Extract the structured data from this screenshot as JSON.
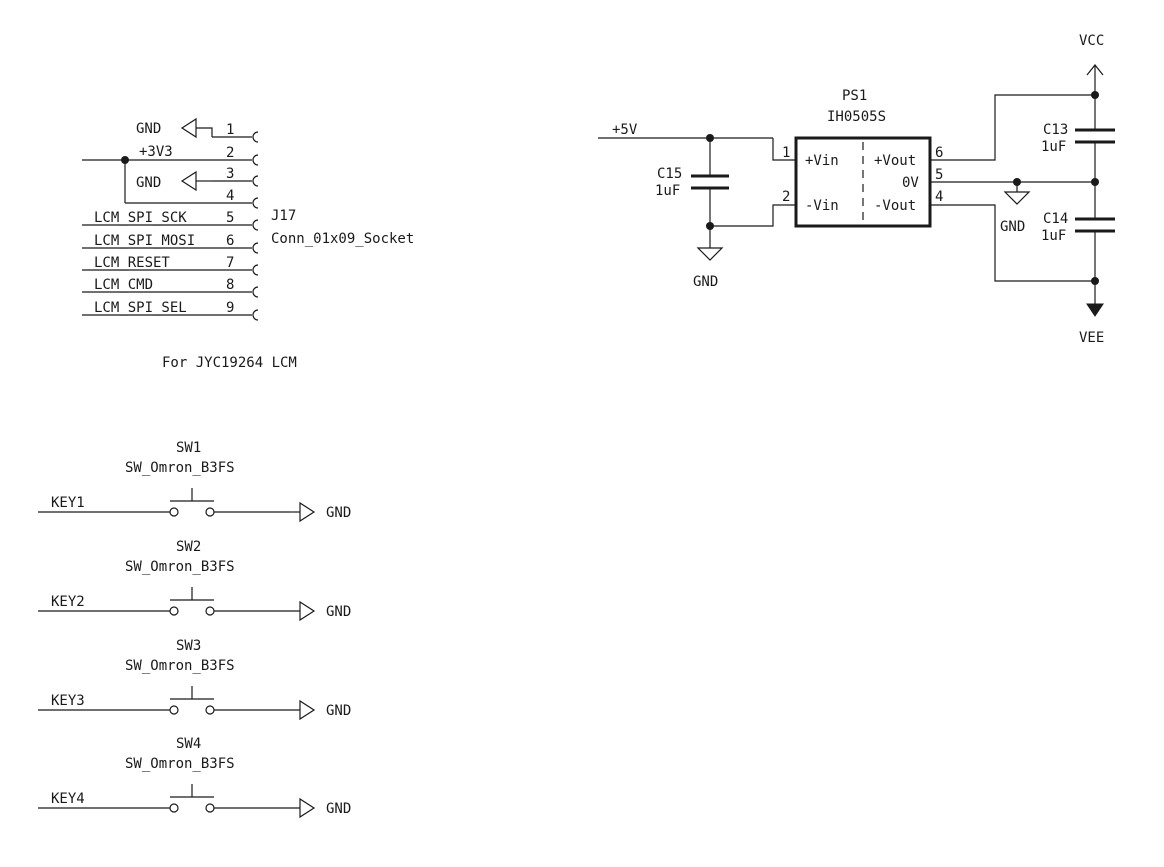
{
  "connector": {
    "ref": "J17",
    "value": "Conn_01x09_Socket",
    "note": "For JYC19264 LCM",
    "pins": [
      "1",
      "2",
      "3",
      "4",
      "5",
      "6",
      "7",
      "8",
      "9"
    ],
    "nets": {
      "gnd_a": "GND",
      "v33": "+3V3",
      "gnd_b": "GND",
      "sck": "LCM_SPI_SCK",
      "mosi": "LCM_SPI_MOSI",
      "reset": "LCM_RESET",
      "cmd": "LCM_CMD",
      "sel": "LCM_SPI_SEL"
    }
  },
  "power_module": {
    "ref": "PS1",
    "value": "IH0505S",
    "pins": {
      "p1": "1",
      "p2": "2",
      "p6": "6",
      "p5": "5",
      "p4": "4"
    },
    "pin_names": {
      "vin_p": "+Vin",
      "vin_n": "-Vin",
      "vout_p": "+Vout",
      "zero": "0V",
      "vout_n": "-Vout"
    },
    "net_5v": "+5V",
    "net_vcc": "VCC",
    "net_vee": "VEE",
    "gnd_in": "GND",
    "gnd_out": "GND"
  },
  "capacitors": [
    {
      "ref": "C15",
      "value": "1uF"
    },
    {
      "ref": "C13",
      "value": "1uF"
    },
    {
      "ref": "C14",
      "value": "1uF"
    }
  ],
  "switches": [
    {
      "ref": "SW1",
      "value": "SW_Omron_B3FS",
      "net": "KEY1",
      "gnd": "GND"
    },
    {
      "ref": "SW2",
      "value": "SW_Omron_B3FS",
      "net": "KEY2",
      "gnd": "GND"
    },
    {
      "ref": "SW3",
      "value": "SW_Omron_B3FS",
      "net": "KEY3",
      "gnd": "GND"
    },
    {
      "ref": "SW4",
      "value": "SW_Omron_B3FS",
      "net": "KEY4",
      "gnd": "GND"
    }
  ]
}
